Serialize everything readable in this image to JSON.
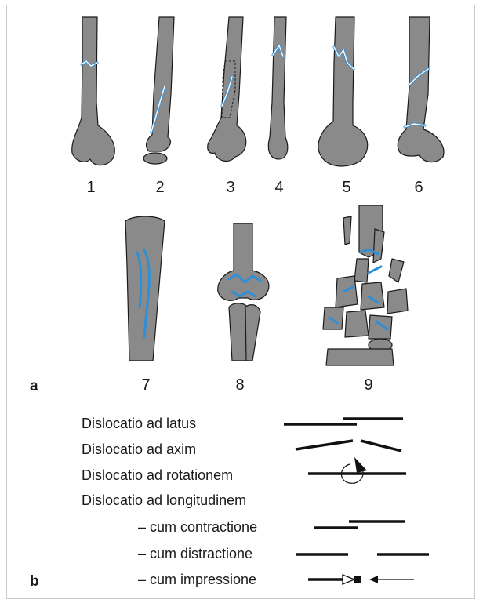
{
  "panel_a": {
    "label": "a",
    "fracture_numbers": [
      "1",
      "2",
      "3",
      "4",
      "5",
      "6",
      "7",
      "8",
      "9"
    ]
  },
  "panel_b": {
    "label": "b",
    "dislocations": [
      "Dislocatio ad latus",
      "Dislocatio ad axim",
      "Dislocatio ad rotationem",
      "Dislocatio ad longitudinem"
    ],
    "longitudinal_subtypes": [
      "– cum contractione",
      "– cum distractione",
      "– cum impressione"
    ]
  },
  "colors": {
    "bone": "#8a8a8a",
    "fracture_line": "#2f8fd6",
    "outline": "#1a1a1a",
    "frame": "#c8c8c8"
  }
}
